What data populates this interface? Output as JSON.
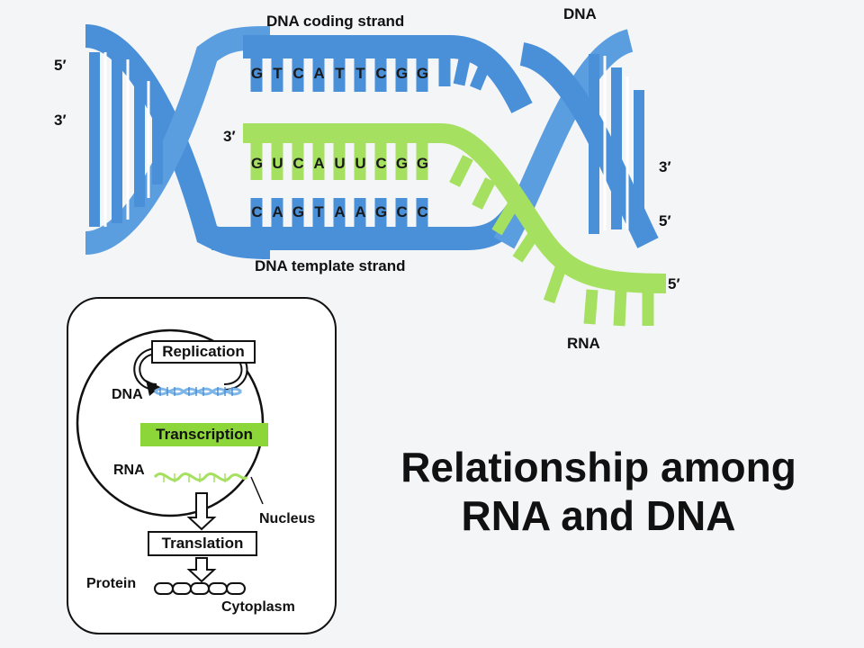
{
  "diagram": {
    "labels": {
      "coding_strand": "DNA coding strand",
      "template_strand": "DNA template strand",
      "dna": "DNA",
      "rna": "RNA"
    },
    "primes": {
      "left_top": "5′",
      "left_mid": "3′",
      "rna_start": "3′",
      "right_top": "3′",
      "right_bottom": "5′",
      "rna_end": "5′"
    },
    "sequences": {
      "coding": [
        "G",
        "T",
        "C",
        "A",
        "T",
        "T",
        "C",
        "G",
        "G"
      ],
      "rna": [
        "G",
        "U",
        "C",
        "A",
        "U",
        "U",
        "C",
        "G",
        "G"
      ],
      "template": [
        "C",
        "A",
        "G",
        "T",
        "A",
        "A",
        "G",
        "C",
        "C"
      ]
    },
    "colors": {
      "dna_blue": "#4a90d9",
      "dna_light": "#7fb6ea",
      "rna_green": "#a6e060",
      "transcription_green": "#8dd63a"
    }
  },
  "panel": {
    "replication": "Replication",
    "dna_label": "DNA",
    "transcription": "Transcription",
    "rna_label": "RNA",
    "nucleus": "Nucleus",
    "translation": "Translation",
    "protein": "Protein",
    "cytoplasm": "Cytoplasm"
  },
  "title": {
    "line1": "Relationship among",
    "line2": "RNA and DNA"
  }
}
